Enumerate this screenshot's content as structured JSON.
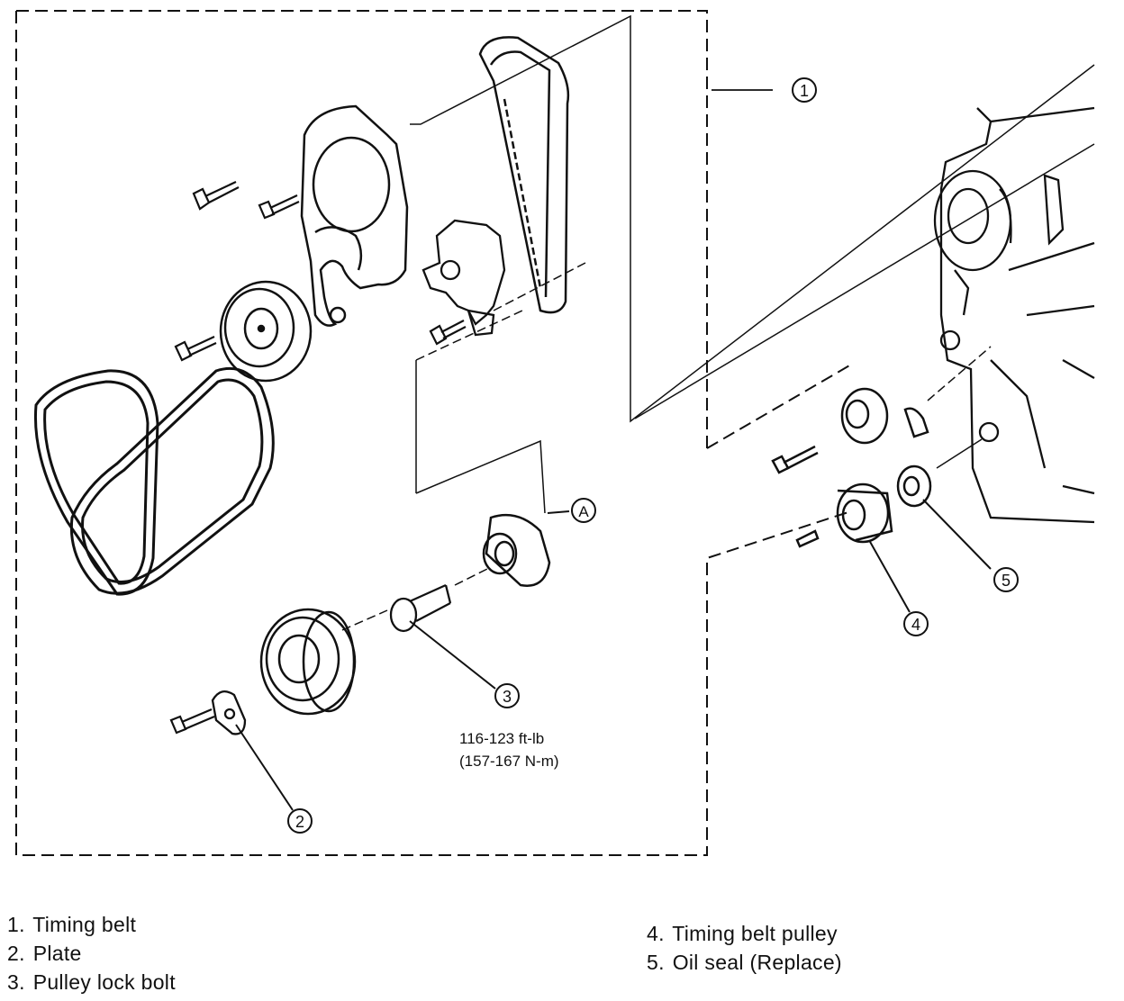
{
  "callouts": {
    "c1": "1",
    "c2": "2",
    "c3": "3",
    "c4": "4",
    "c5": "5",
    "cA": "A"
  },
  "torque": {
    "line1": "116-123 ft-lb",
    "line2": "(157-167 N-m)"
  },
  "legend": {
    "items": [
      {
        "num": "1.",
        "label": "Timing belt"
      },
      {
        "num": "2.",
        "label": "Plate"
      },
      {
        "num": "3.",
        "label": "Pulley lock bolt"
      },
      {
        "num": "4.",
        "label": "Timing belt pulley"
      },
      {
        "num": "5.",
        "label": "Oil seal (Replace)"
      }
    ]
  }
}
